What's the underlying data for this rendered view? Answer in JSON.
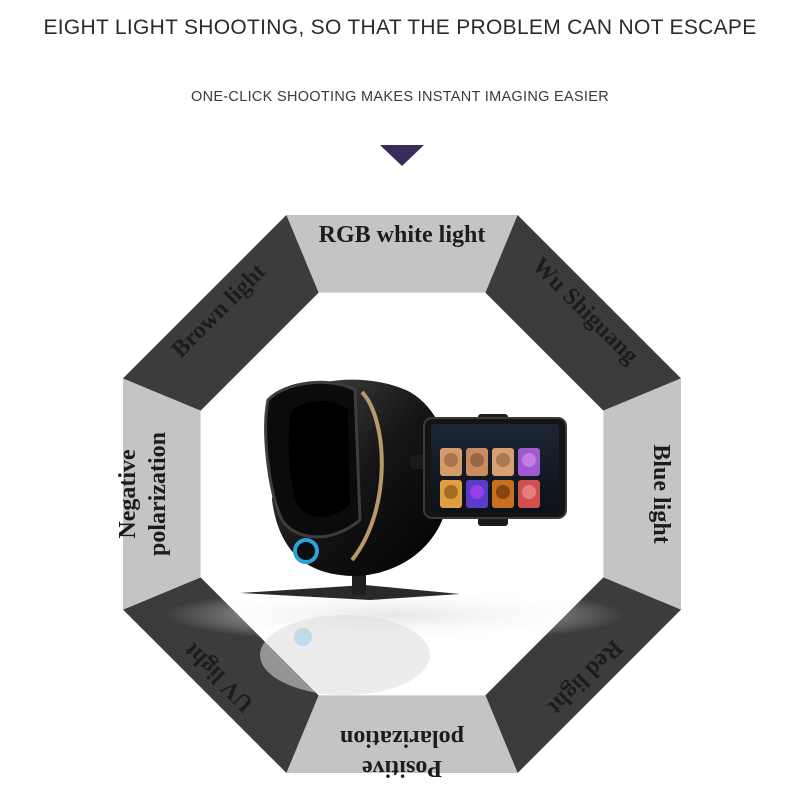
{
  "header": {
    "title": "EIGHT LIGHT SHOOTING, SO THAT THE PROBLEM CAN NOT ESCAPE",
    "subtitle": "ONE-CLICK SHOOTING MAKES INSTANT IMAGING EASIER"
  },
  "octagon": {
    "segments": [
      {
        "name": "rgb-white-light",
        "lines": [
          "RGB white light"
        ],
        "shade": "light"
      },
      {
        "name": "wu-shiguang",
        "lines": [
          "Wu Shiguang"
        ],
        "shade": "dark"
      },
      {
        "name": "blue-light",
        "lines": [
          "Blue light"
        ],
        "shade": "light"
      },
      {
        "name": "red-light",
        "lines": [
          "Red light"
        ],
        "shade": "dark"
      },
      {
        "name": "positive-polarization",
        "lines": [
          "Positive",
          "polarization"
        ],
        "shade": "light"
      },
      {
        "name": "uv-light",
        "lines": [
          "UV light"
        ],
        "shade": "dark"
      },
      {
        "name": "negative-polarization",
        "lines": [
          "Negative",
          "polarization"
        ],
        "shade": "light"
      },
      {
        "name": "brown-light",
        "lines": [
          "Brown light"
        ],
        "shade": "dark"
      }
    ]
  },
  "colors": {
    "dark_segment": "#3c3c3c",
    "light_segment": "#c4c4c4",
    "pointer": "#3b2a5e",
    "device_shell": "#1a1a1a",
    "device_ring": "#2fa0d8"
  }
}
